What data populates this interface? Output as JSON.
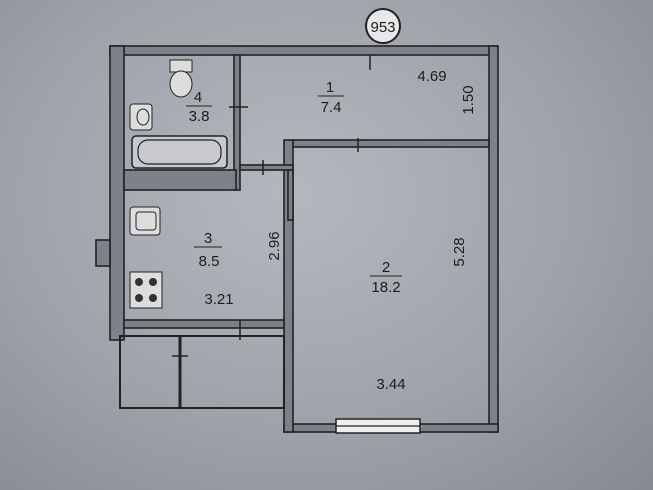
{
  "plan": {
    "apartment_number": "953",
    "rooms": [
      {
        "number": "1",
        "area": "7.4"
      },
      {
        "number": "2",
        "area": "18.2"
      },
      {
        "number": "3",
        "area": "8.5"
      },
      {
        "number": "4",
        "area": "3.8"
      }
    ],
    "dimensions": {
      "corridor_length": "4.69",
      "corridor_width": "1.50",
      "room2_length": "5.28",
      "room2_width": "3.44",
      "kitchen_length": "2.96",
      "kitchen_width": "3.21"
    }
  }
}
